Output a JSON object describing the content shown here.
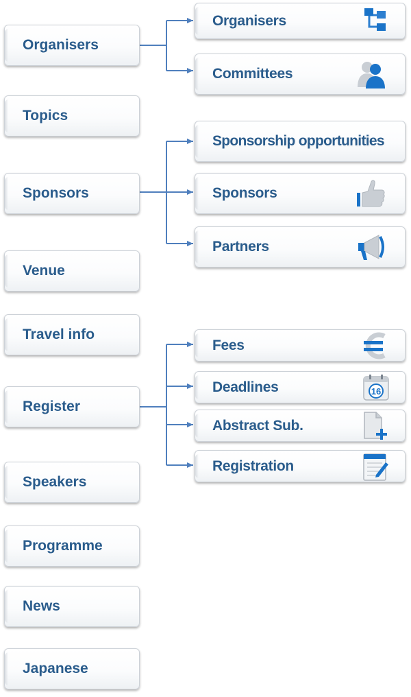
{
  "menu": {
    "organisers": "Organisers",
    "topics": "Topics",
    "sponsors": "Sponsors",
    "venue": "Venue",
    "travel_info": "Travel info",
    "register": "Register",
    "speakers": "Speakers",
    "programme": "Programme",
    "news": "News",
    "japanese": "Japanese"
  },
  "submenu": {
    "organisers": "Organisers",
    "committees": "Committees",
    "sponsorship_opportunities": "Sponsorship opportunities",
    "sponsors": "Sponsors",
    "partners": "Partners",
    "fees": "Fees",
    "deadlines": "Deadlines",
    "abstract_sub": "Abstract Sub.",
    "registration": "Registration"
  },
  "icons": {
    "organisers": "org-chart-icon",
    "committees": "people-icon",
    "sponsors": "thumbs-up-icon",
    "partners": "megaphone-icon",
    "fees": "euro-icon",
    "deadlines": "calendar-icon",
    "deadlines_day": "16",
    "abstract_sub": "add-document-icon",
    "registration": "notepad-icon"
  },
  "colors": {
    "text": "#2a5c8c",
    "connector": "#4f7fbd",
    "icon": "#1a73c8"
  }
}
